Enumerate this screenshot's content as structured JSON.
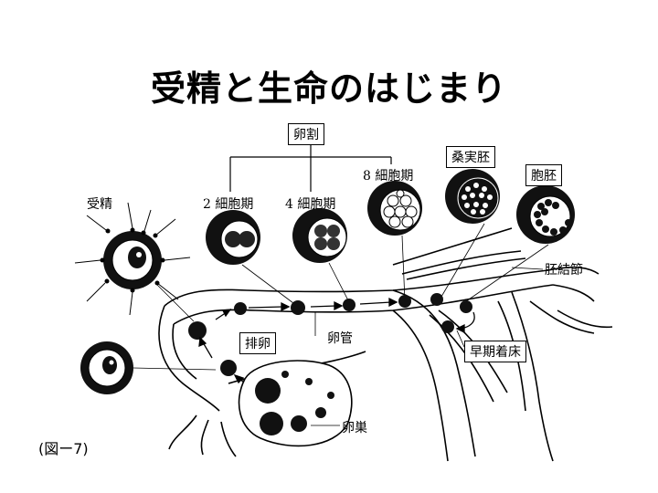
{
  "title": "受精と生命のはじまり",
  "labels": {
    "cleavage": "卵割",
    "fertilization": "受精",
    "two_cell": "2 細胞期",
    "four_cell": "4 細胞期",
    "eight_cell": "8 細胞期",
    "morula": "桑実胚",
    "blastocyst": "胞胚",
    "gastrula": "胚結節",
    "oviduct": "卵管",
    "ovulation": "排卵",
    "ovary": "卵巣",
    "early_implantation": "早期着床"
  },
  "caption": "(図ー7)"
}
